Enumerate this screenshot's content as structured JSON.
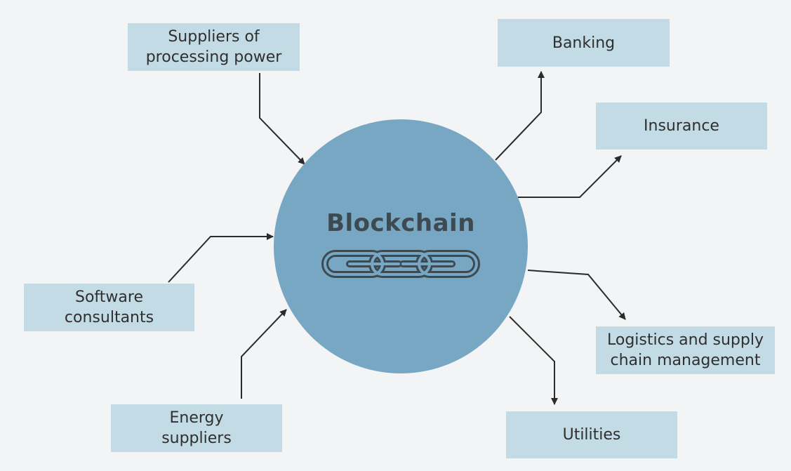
{
  "hub": {
    "label": "Blockchain",
    "icon": "chain-link-icon"
  },
  "inputs": [
    {
      "id": "processing-power",
      "label": "Suppliers of\nprocessing power"
    },
    {
      "id": "software-consultants",
      "label": "Software\nconsultants"
    },
    {
      "id": "energy-suppliers",
      "label": "Energy\nsuppliers"
    }
  ],
  "outputs": [
    {
      "id": "banking",
      "label": "Banking"
    },
    {
      "id": "insurance",
      "label": "Insurance"
    },
    {
      "id": "logistics",
      "label": "Logistics and supply\nchain management"
    },
    {
      "id": "utilities",
      "label": "Utilities"
    }
  ],
  "colors": {
    "background": "#f2f4f5",
    "hub": "#77a7c2",
    "box": "#c3dbe5",
    "arrow": "#2b2b2b",
    "chain": "#3d4a52"
  }
}
